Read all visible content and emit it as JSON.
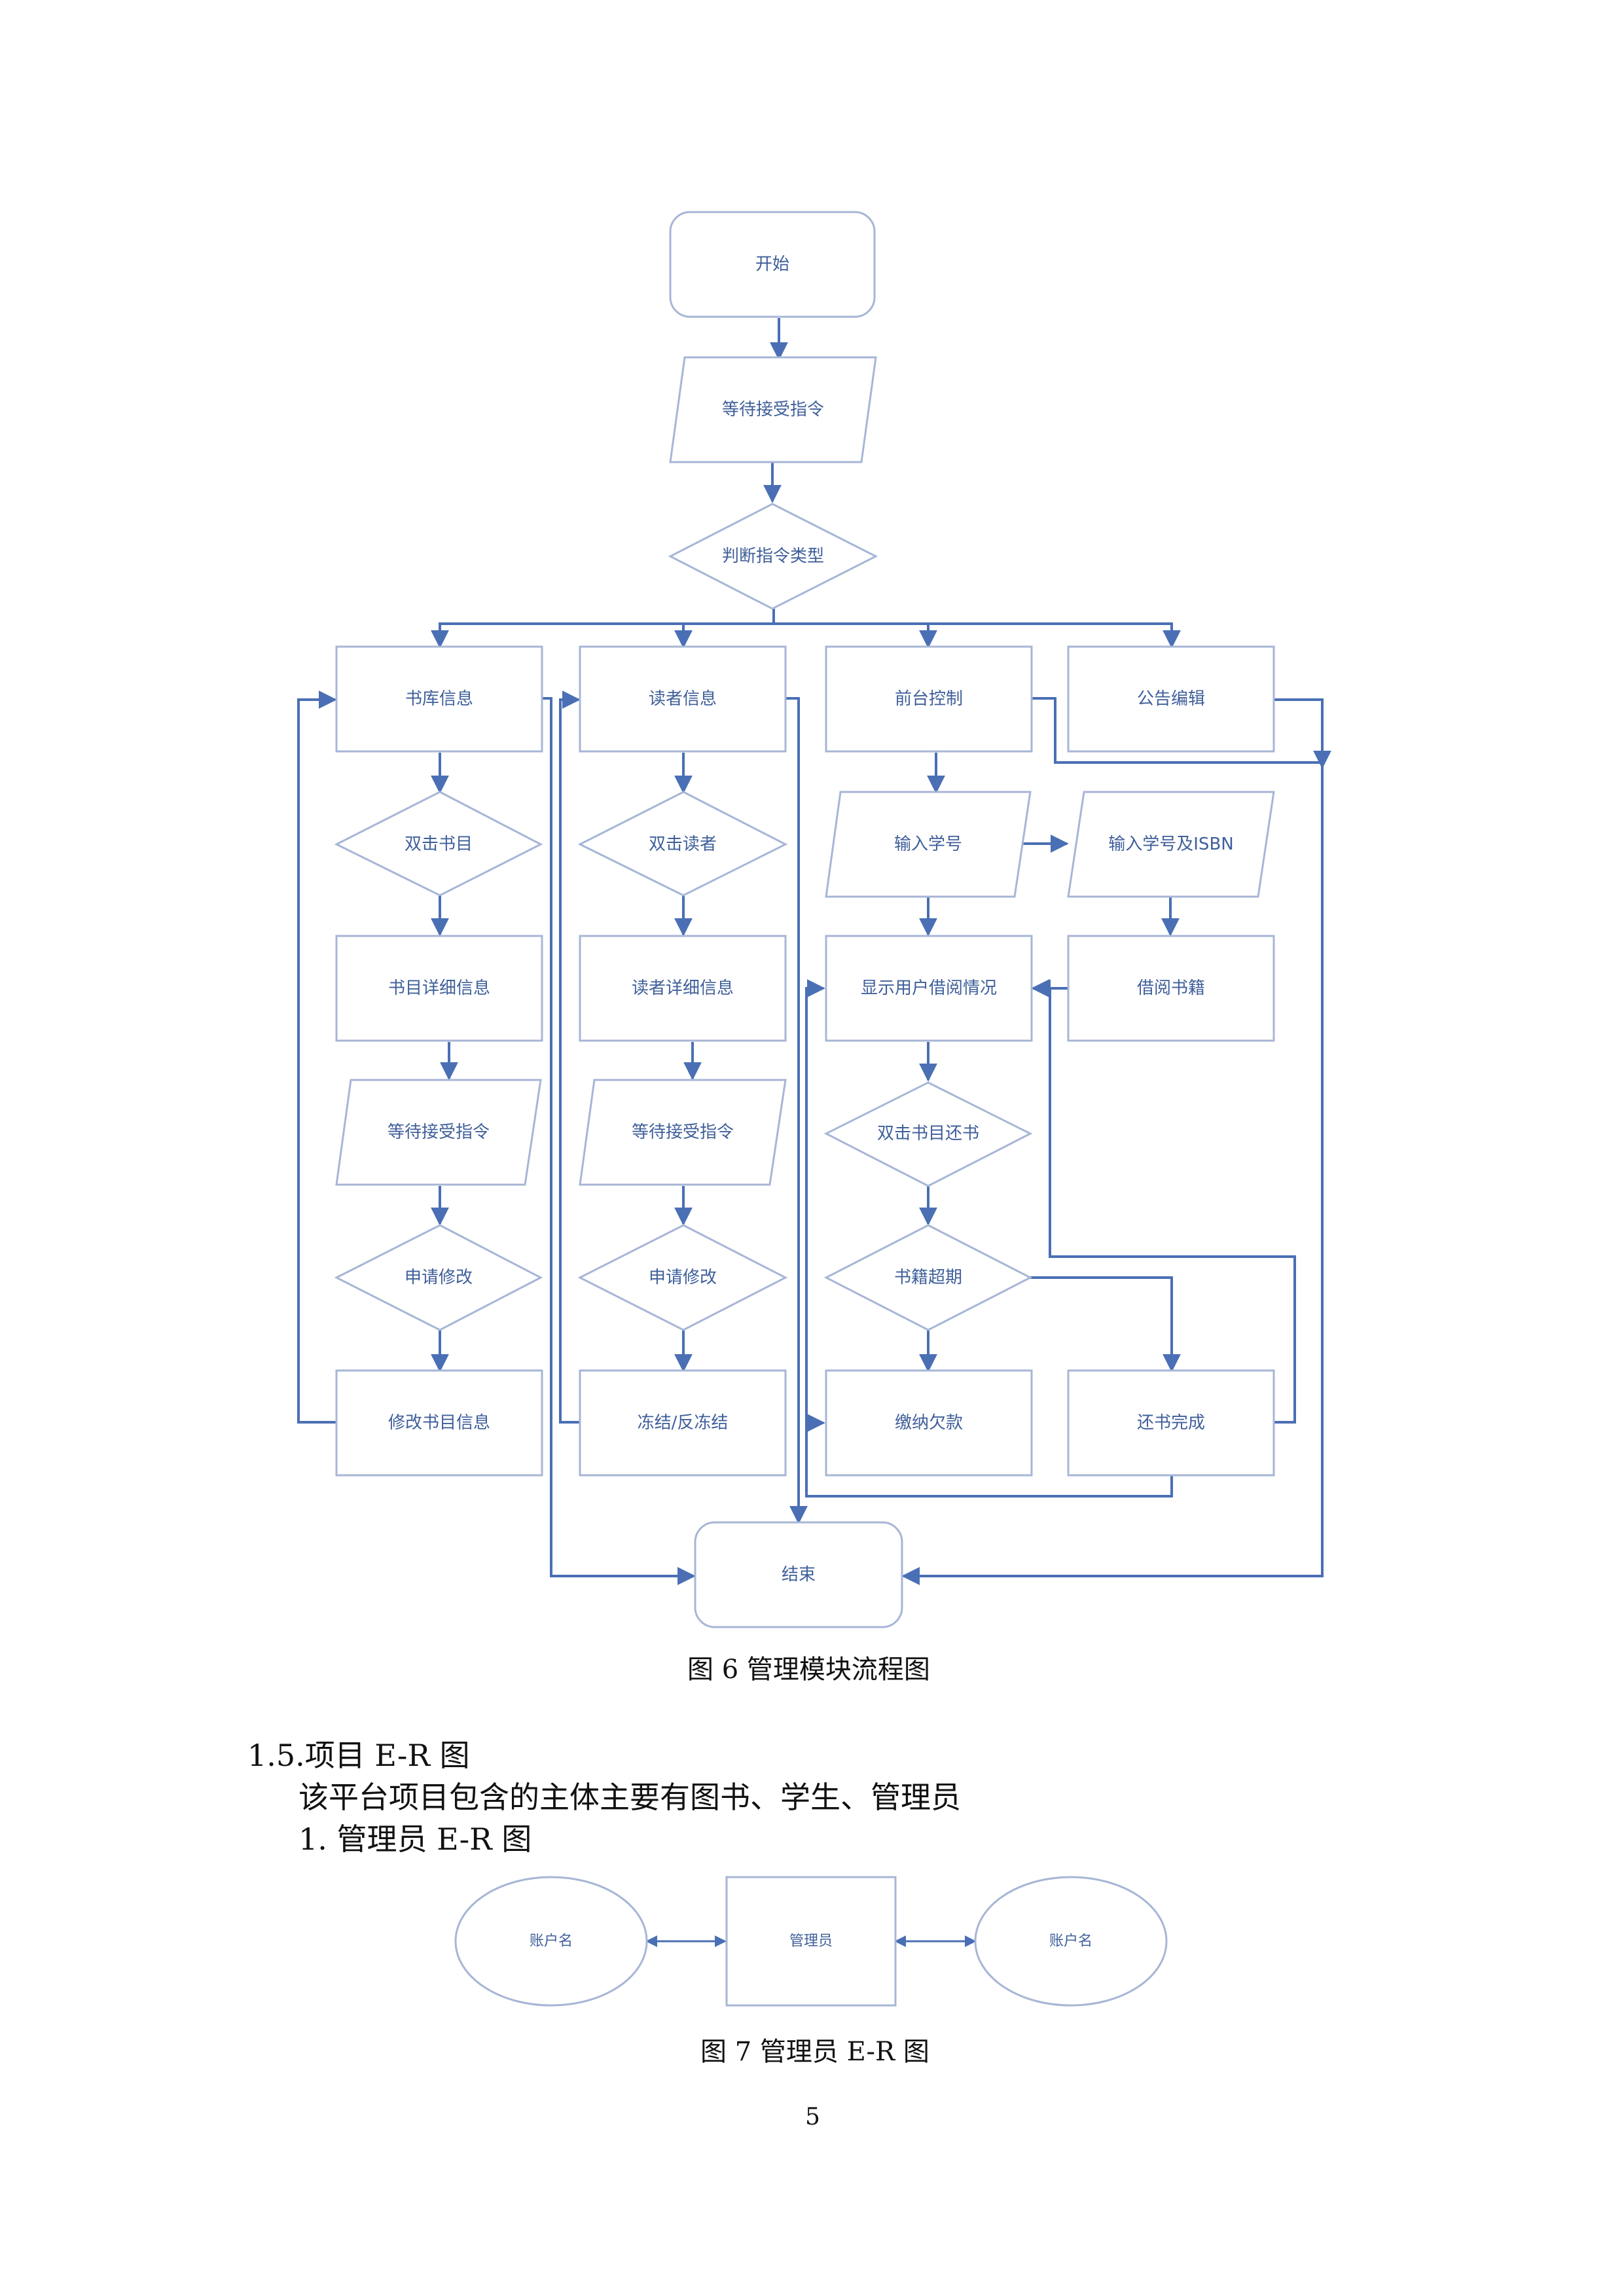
{
  "flowchart": {
    "start": "开始",
    "wait_cmd": "等待接受指令",
    "judge_type": "判断指令类型",
    "library_info": "书库信息",
    "reader_info": "读者信息",
    "front_control": "前台控制",
    "notice_edit": "公告编辑",
    "dblclick_book": "双击书目",
    "dblclick_reader": "双击读者",
    "input_id": "输入学号",
    "input_id_isbn": "输入学号及ISBN",
    "book_detail": "书目详细信息",
    "reader_detail": "读者详细信息",
    "show_borrow": "显示用户借阅情况",
    "borrow_book": "借阅书籍",
    "wait_cmd_2": "等待接受指令",
    "wait_cmd_3": "等待接受指令",
    "dblclick_return": "双击书目还书",
    "apply_modify_1": "申请修改",
    "apply_modify_2": "申请修改",
    "overdue": "书籍超期",
    "modify_book": "修改书目信息",
    "freeze": "冻结/反冻结",
    "pay_fine": "缴纳欠款",
    "return_done": "还书完成",
    "end": "结束"
  },
  "captions": {
    "fig6": "图 6 管理模块流程图",
    "fig7": "图 7 管理员 E-R 图"
  },
  "section": {
    "heading": "1.5.项目 E-R 图",
    "intro": "该平台项目包含的主体主要有图书、学生、管理员",
    "item1": "1.  管理员 E-R 图"
  },
  "er": {
    "left_attr": "账户名",
    "entity": "管理员",
    "right_attr": "账户名"
  },
  "page_number": "5",
  "colors": {
    "shape_stroke": "#a7b6d6",
    "arrow": "#4a6fb5",
    "text": "#3f5f9a"
  }
}
